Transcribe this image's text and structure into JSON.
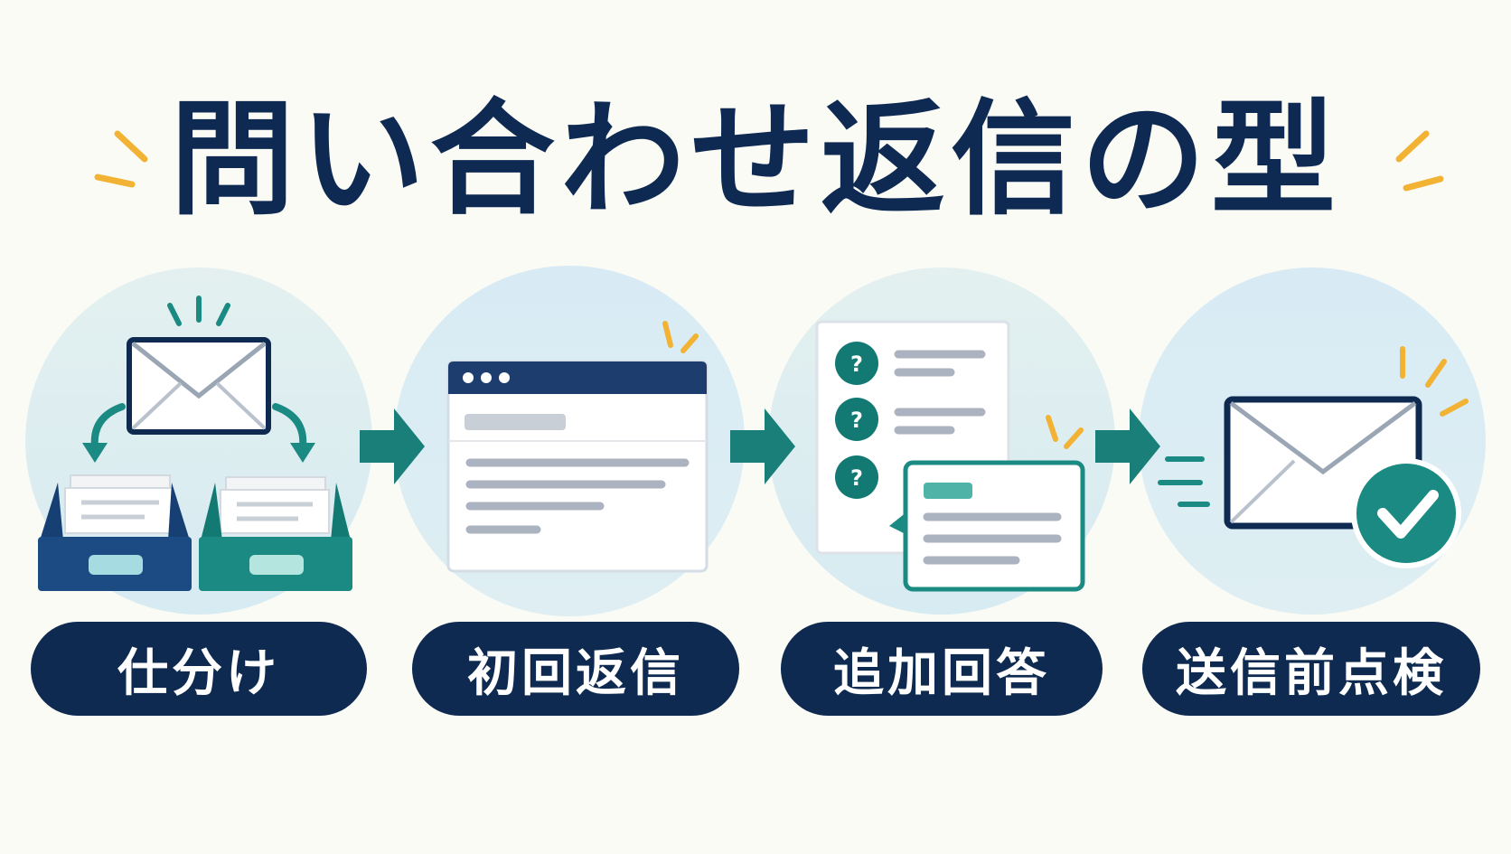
{
  "title": "問い合わせ返信の型",
  "steps": [
    {
      "label": "仕分け",
      "icon": "envelope-sort-trays-icon"
    },
    {
      "label": "初回返信",
      "icon": "reply-window-icon"
    },
    {
      "label": "追加回答",
      "icon": "question-list-answer-icon"
    },
    {
      "label": "送信前点検",
      "icon": "envelope-check-icon"
    }
  ],
  "colors": {
    "navy": "#0e2a50",
    "teal": "#1a8a82",
    "accent": "#f2b233",
    "circle": "#ddeef4",
    "background": "#fbfbf6"
  }
}
